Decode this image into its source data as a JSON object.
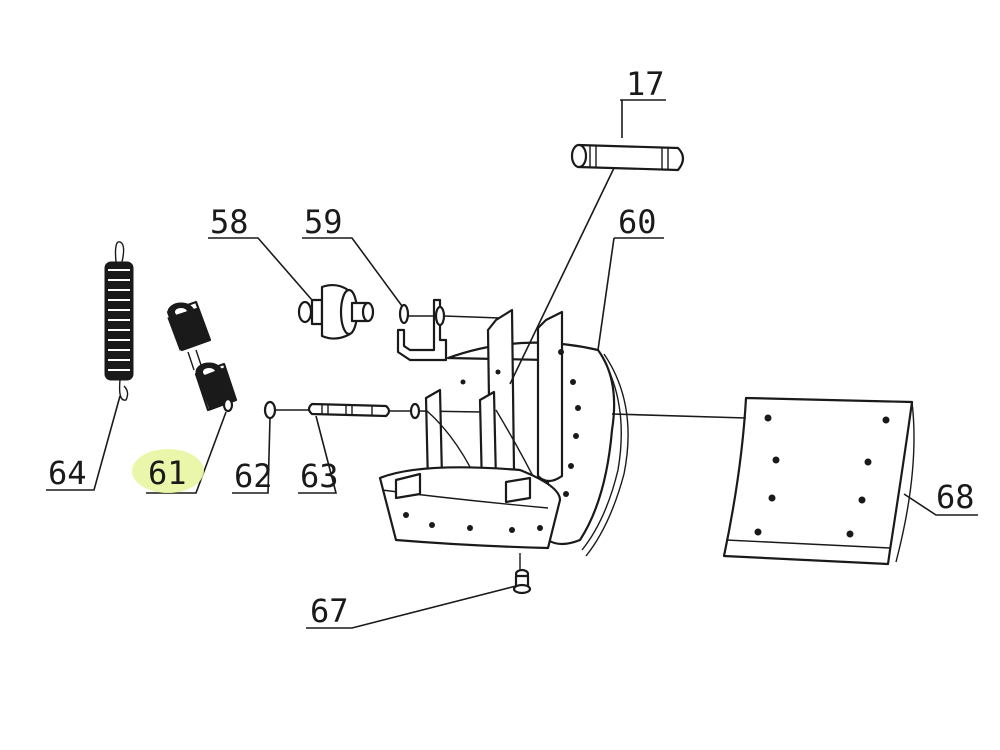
{
  "labels": {
    "l17": "17",
    "l58": "58",
    "l59": "59",
    "l60": "60",
    "l61": "61",
    "l62": "62",
    "l63": "63",
    "l64": "64",
    "l67": "67",
    "l68": "68"
  },
  "highlighted_label": "61",
  "colors": {
    "line": "#1a1a1a",
    "highlight": "#e8f5a0",
    "background": "#ffffff"
  }
}
